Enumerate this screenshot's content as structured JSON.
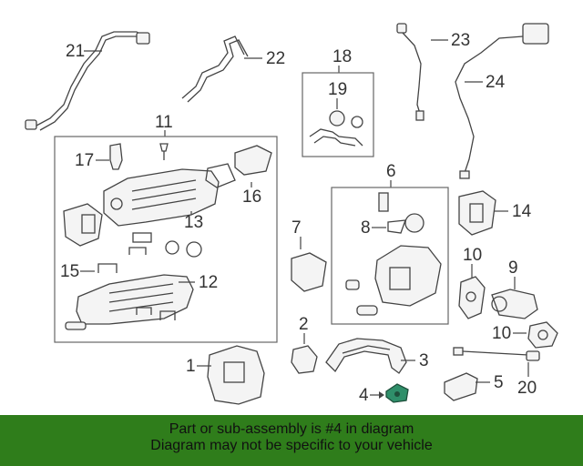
{
  "diagram": {
    "callouts": {
      "c1": "1",
      "c2": "2",
      "c3": "3",
      "c4": "4",
      "c5": "5",
      "c6": "6",
      "c7": "7",
      "c8": "8",
      "c9": "9",
      "c10a": "10",
      "c10b": "10",
      "c11": "11",
      "c12": "12",
      "c13": "13",
      "c14": "14",
      "c15": "15",
      "c16": "16",
      "c17": "17",
      "c18": "18",
      "c19": "19",
      "c20": "20",
      "c21": "21",
      "c22": "22",
      "c23": "23",
      "c24": "24"
    },
    "highlight_color": "#2f8f6a"
  },
  "banner": {
    "line1": "Part or sub-assembly is #4 in diagram",
    "line2": "Diagram may not be specific to your vehicle",
    "background": "#2f7d1b"
  }
}
